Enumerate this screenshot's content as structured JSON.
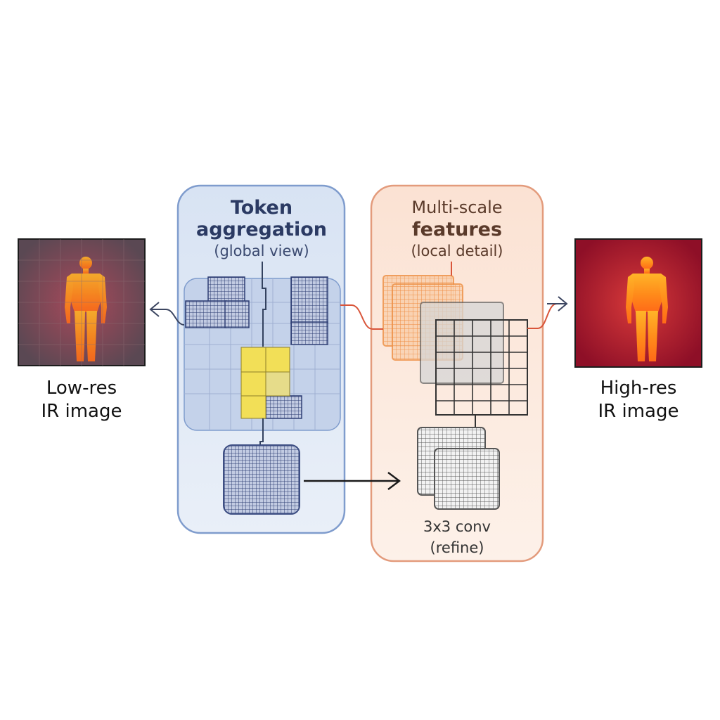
{
  "input": {
    "label_line1": "Low-res",
    "label_line2": "IR image"
  },
  "output": {
    "label_line1": "High-res",
    "label_line2": "IR image"
  },
  "global_panel": {
    "title_line1": "Token",
    "title_line2": "aggregation",
    "subtitle": "(global view)"
  },
  "local_panel": {
    "title_line1": "Multi-scale",
    "title_line2": "features",
    "subtitle": "(local detail)"
  },
  "conv_block": {
    "label_line1": "3x3 conv",
    "label_line2": "(refine)"
  },
  "colors": {
    "global_panel_fill": "#dbe5f3",
    "global_panel_stroke": "#7f9ccd",
    "local_panel_fill": "#fbe8dc",
    "local_panel_stroke": "#e39b7c",
    "token_dark": "#3e4f84",
    "token_yellow": "#f2df57",
    "orange_grid": "#ee9248",
    "gray_grid": "#8a8a8a",
    "arrow": "#3b4560",
    "body_glow": "#ff9a1f",
    "lowres_bg": "#6a4a55",
    "highres_bg": "#a3122c"
  },
  "icons": {
    "input_arrow": "arrow-left-icon",
    "output_arrow": "arrow-right-icon",
    "flow_arrow": "arrow-right-icon"
  }
}
